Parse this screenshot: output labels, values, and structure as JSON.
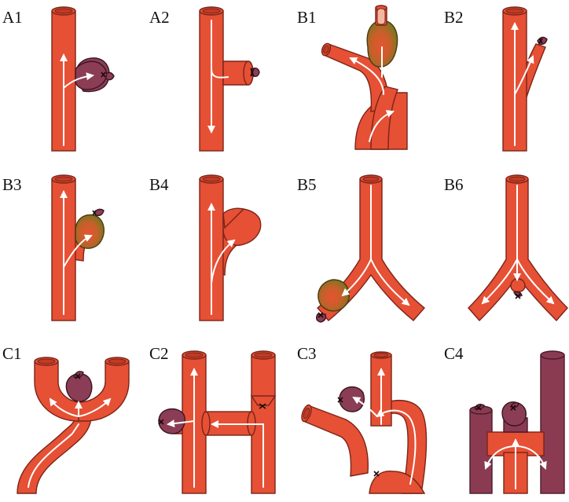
{
  "panels": [
    {
      "id": "A1",
      "label": "A1"
    },
    {
      "id": "A2",
      "label": "A2"
    },
    {
      "id": "B1",
      "label": "B1"
    },
    {
      "id": "B2",
      "label": "B2"
    },
    {
      "id": "B3",
      "label": "B3"
    },
    {
      "id": "B4",
      "label": "B4"
    },
    {
      "id": "B5",
      "label": "B5"
    },
    {
      "id": "B6",
      "label": "B6"
    },
    {
      "id": "C1",
      "label": "C1"
    },
    {
      "id": "C2",
      "label": "C2"
    },
    {
      "id": "C3",
      "label": "C3"
    },
    {
      "id": "C4",
      "label": "C4"
    }
  ],
  "colors": {
    "artery": "#e65035",
    "artery_outline": "#7a2418",
    "aneurysm_sac": "#8b3d55",
    "thrombosed_sac_center": "#e7542f",
    "thrombosed_sac_edge": "#6f7a1e",
    "vein": "#8a3b52",
    "flow_arrow": "#ffffff"
  }
}
